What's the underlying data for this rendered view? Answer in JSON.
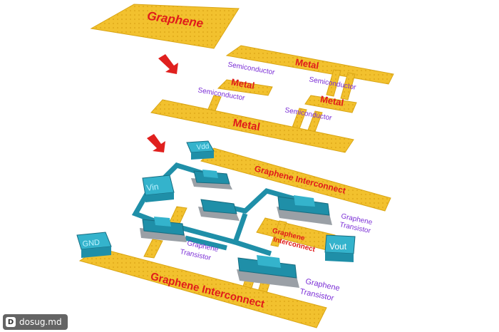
{
  "top_sheet": {
    "label": "Graphene"
  },
  "middle_layer": {
    "metal_labels": [
      "Metal",
      "Metal",
      "Metal",
      "Metal"
    ],
    "semiconductor_labels": [
      "Semiconductor",
      "Semiconductor",
      "Semiconductor",
      "Semiconductor"
    ]
  },
  "circuit": {
    "vdd_label": "Vdd",
    "vin_label": "Vin",
    "gnd_label": "GND",
    "vout_label": "Vout",
    "interconnect_top": "Graphene Interconnect",
    "interconnect_mid": [
      "Graphene",
      "Interconnect"
    ],
    "interconnect_bottom": "Graphene Interconnect",
    "transistor_labels": [
      [
        "Graphene",
        "Transistor"
      ],
      [
        "Graphene",
        "Transistor"
      ],
      [
        "Graphene",
        "Transistor"
      ]
    ]
  },
  "watermark": {
    "text": "dosug.md"
  },
  "colors": {
    "graphene": "#f2c12e",
    "graphene_edge": "#d9a514",
    "blue_block": "#1f8fa8",
    "blue_top": "#34b3cc",
    "metal_text": "#e01b1b",
    "semi_text": "#7b2fd6",
    "arrow": "#e0201e"
  }
}
